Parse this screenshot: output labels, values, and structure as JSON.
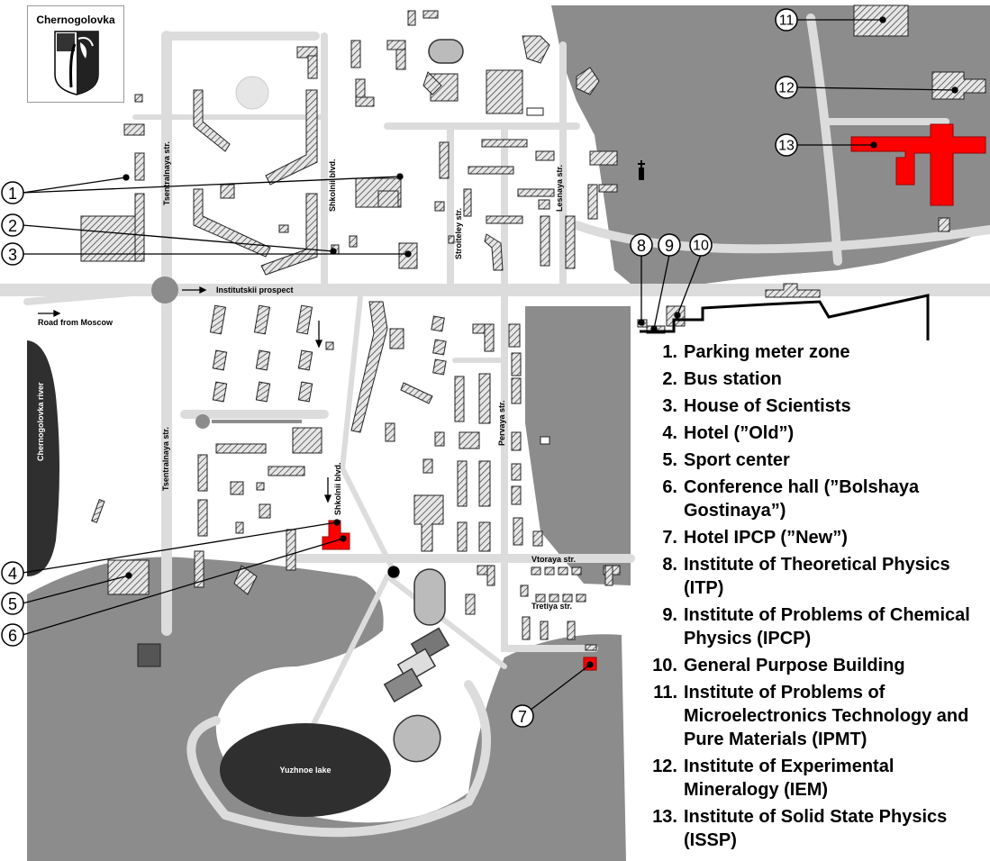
{
  "city_name": "Chernogolovka",
  "streets": {
    "tsentralnaya_upper": "Tsentralnaya str.",
    "tsentralnaya_lower": "Tsentralnaya str.",
    "shkolnii_upper": "Shkolnii blvd.",
    "shkolnii_lower": "Shkolnii blvd.",
    "stroiteley": "Stroiteley str.",
    "lesnaya": "Lesnaya str.",
    "institutskii": "Institutskii prospect",
    "road_from_moscow": "Road from Moscow",
    "pervaya": "Pervaya str.",
    "vtoraya": "Vtoraya str.",
    "tretiya": "Tretiya str."
  },
  "water": {
    "river": "Chernogolovka river",
    "lake": "Yuzhnoe lake"
  },
  "markers": [
    "1",
    "2",
    "3",
    "4",
    "5",
    "6",
    "7",
    "8",
    "9",
    "10",
    "11",
    "12",
    "13"
  ],
  "legend": [
    {
      "num": "1.",
      "text": "Parking meter zone"
    },
    {
      "num": "2.",
      "text": "Bus station"
    },
    {
      "num": "3.",
      "text": "House of Scientists"
    },
    {
      "num": "4.",
      "text": "Hotel (”Old”)"
    },
    {
      "num": "5.",
      "text": "Sport center"
    },
    {
      "num": "6.",
      "text": "Conference hall (”Bolshaya Gostinaya”)"
    },
    {
      "num": "7.",
      "text": "Hotel IPCP (”New”)"
    },
    {
      "num": "8.",
      "text": "Institute of Theoretical Physics (ITP)"
    },
    {
      "num": "9.",
      "text": "Institute of Problems of Chemical Physics (IPCP)"
    },
    {
      "num": "10.",
      "text": "General Purpose Building"
    },
    {
      "num": "11.",
      "text": "Institute of Problems of Microelectronics Technology and Pure Materials (IPMT)"
    },
    {
      "num": "12.",
      "text": "Institute of Experimental Mineralogy (IEM)"
    },
    {
      "num": "13.",
      "text": "Institute of Solid State Physics (ISSP)"
    }
  ],
  "colors": {
    "forest": "#8c8c8c",
    "road": "#e0e0e0",
    "water": "#2f2f2f",
    "highlight": "#ff0000",
    "building_hatch": "#444444"
  }
}
